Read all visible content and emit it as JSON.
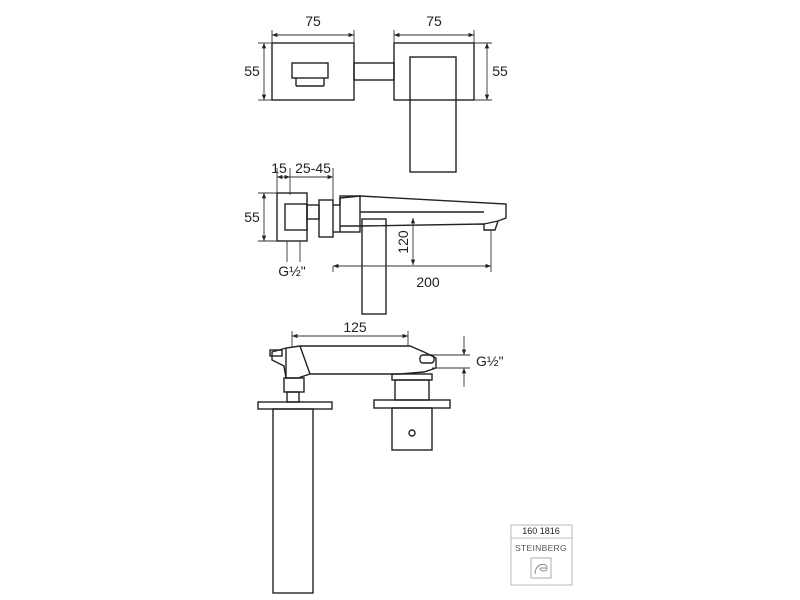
{
  "dimensions": {
    "top_left_width": "75",
    "top_right_width": "75",
    "top_left_height": "55",
    "top_right_height": "55",
    "side_offset": "15",
    "side_range": "25-45",
    "side_height": "55",
    "side_thread": "G½\"",
    "spout_drop": "120",
    "spout_length": "200",
    "bottom_length": "125",
    "bottom_thread": "G½\""
  },
  "label_box": {
    "article_number": "160 1816",
    "brand": "STEINBERG"
  },
  "icons": [
    "dimension-arrow",
    "brand-logo-icon"
  ]
}
